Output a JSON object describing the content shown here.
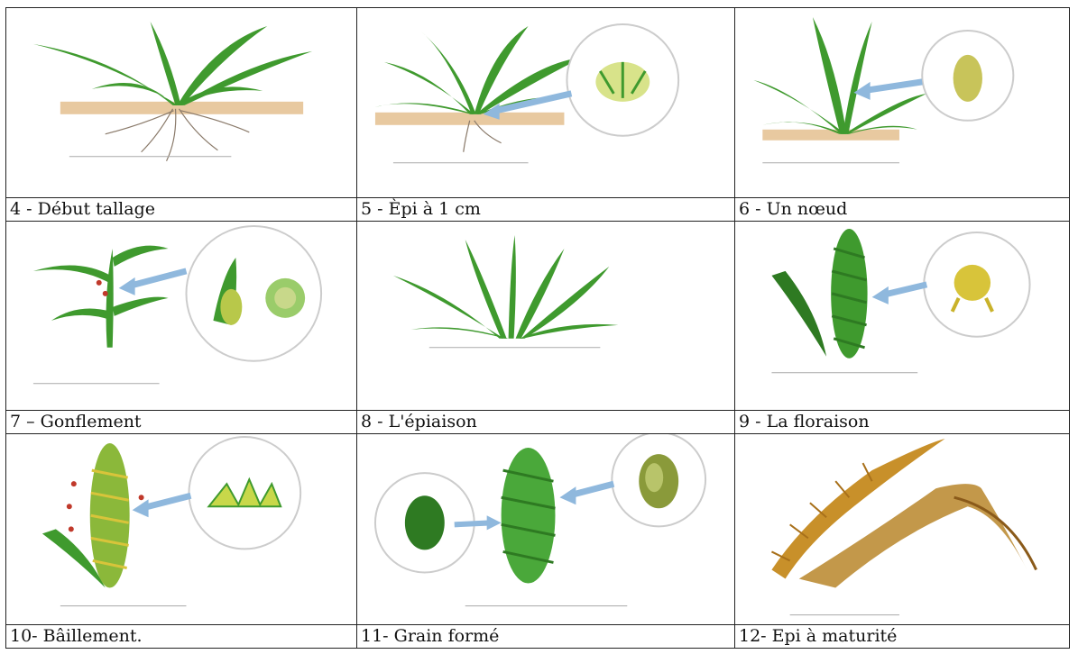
{
  "stages": [
    {
      "caption": "4 - Début tallage"
    },
    {
      "caption": "5 - Èpi à 1 cm"
    },
    {
      "caption": "6 - Un nœud"
    },
    {
      "caption": "7 – Gonflement"
    },
    {
      "caption": "8 - L'épiaison"
    },
    {
      "caption": "9 - La floraison"
    },
    {
      "caption": "10- Bâillement."
    },
    {
      "caption": "11- Grain formé"
    },
    {
      "caption": "12- Epi à maturité"
    }
  ],
  "colors": {
    "leaf": "#3f9a2e",
    "leaf_dark": "#2e7a22",
    "soil": "#e8c9a0",
    "arrow": "#8fb8dd",
    "ripe": "#c8902a",
    "flower": "#d8c43a",
    "tick": "#c0392b"
  }
}
